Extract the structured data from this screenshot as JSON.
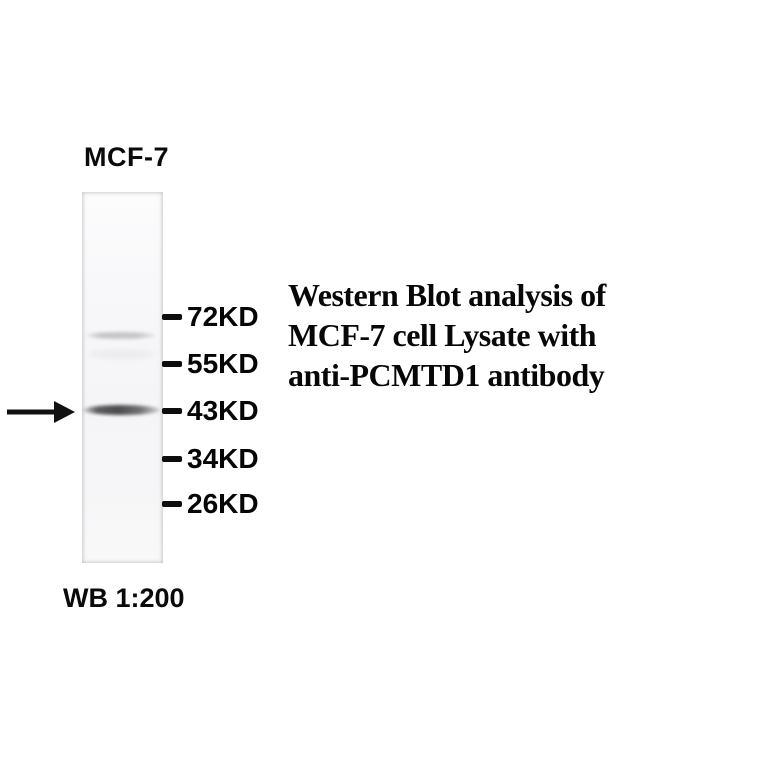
{
  "figure": {
    "lane_label": "MCF-7",
    "caption": {
      "line1": "Western Blot analysis of",
      "line2": "MCF-7 cell Lysate with",
      "line3": "anti-PCMTD1 antibody"
    },
    "markers": [
      {
        "label": "72KD"
      },
      {
        "label": "55KD"
      },
      {
        "label": "43KD"
      },
      {
        "label": "34KD"
      },
      {
        "label": "26KD"
      }
    ],
    "bands": [
      {
        "intensity": "faint",
        "position": "between 72KD and 55KD"
      },
      {
        "intensity": "strong",
        "position": "43KD",
        "arrow_marked": true
      }
    ],
    "footer": "WB 1:200"
  },
  "colors": {
    "background": "#ffffff",
    "text": "#000000",
    "lane": "#f6f6f8",
    "band_strong": "#343436",
    "band_faint": "#8c8c91",
    "arrow": "#111111"
  }
}
